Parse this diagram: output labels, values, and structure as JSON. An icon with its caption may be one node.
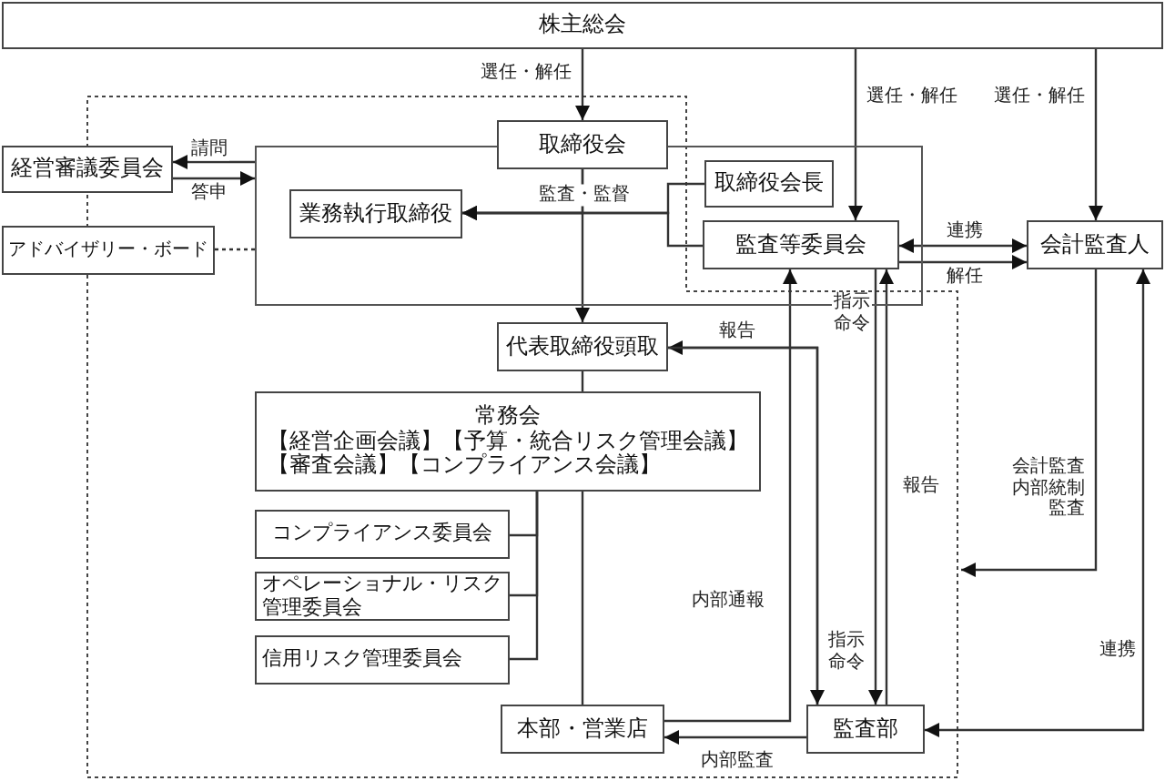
{
  "diagram": {
    "nodes": [
      {
        "text": [
          "株主総会"
        ]
      },
      {
        "text": [
          "取締役会"
        ]
      },
      {
        "text": [],
        "shape": "box"
      },
      {
        "text": [
          "経営審議委員会"
        ]
      },
      {
        "text": [
          "アドバイザリー・ボード"
        ]
      },
      {
        "text": [
          "業務執行取締役"
        ],
        "in": 2
      },
      {
        "text": [
          "取締役会長"
        ],
        "in": 2
      },
      {
        "text": [
          "監査等委員会"
        ],
        "in": 2
      },
      {
        "text": [
          "会計監査人"
        ]
      },
      {
        "text": [
          "代表取締役頭取"
        ]
      },
      {
        "text": [
          "常務会",
          "【経営企画会議】【予算・統合リスク管理会議】【審査会議】【コンプライアンス会議】"
        ]
      },
      {
        "text": [
          "コンプライアンス委員会"
        ]
      },
      {
        "text": [
          "オペレーショナル・リスク管理委員会"
        ]
      },
      {
        "text": [
          "信用リスク管理委員会"
        ]
      },
      {
        "text": [
          "本部・営業店"
        ]
      },
      {
        "text": [
          "監査部"
        ]
      }
    ],
    "edges": [
      {
        "from": 0,
        "to": 1,
        "arrow": "to",
        "label": "選任・解任"
      },
      {
        "from": 0,
        "to": 7,
        "arrow": "to",
        "label": "選任・解任"
      },
      {
        "from": 0,
        "to": 8,
        "arrow": "to",
        "label": "選任・解任"
      },
      {
        "from": 2,
        "to": 3,
        "arrow": "to",
        "label": "請問"
      },
      {
        "from": 3,
        "to": 2,
        "arrow": "to",
        "label": "答申"
      },
      {
        "from": 4,
        "to": 2,
        "arrow": "none",
        "style": "dashed"
      },
      {
        "from": 1,
        "to": 5,
        "arrow": "to",
        "label": "監査・監督"
      },
      {
        "from": 6,
        "to": 5,
        "arrow": "to"
      },
      {
        "from": 7,
        "to": 5,
        "arrow": "to"
      },
      {
        "from": 1,
        "to": 9,
        "arrow": "to"
      },
      {
        "from": 7,
        "to": 8,
        "arrow": "both",
        "label": "連携"
      },
      {
        "from": 7,
        "to": 8,
        "arrow": "to",
        "label": "解任"
      },
      {
        "from": 9,
        "to": 10,
        "arrow": "none"
      },
      {
        "from": 10,
        "to": 11,
        "arrow": "none"
      },
      {
        "from": 10,
        "to": 12,
        "arrow": "none"
      },
      {
        "from": 10,
        "to": 13,
        "arrow": "none"
      },
      {
        "from": 10,
        "to": 14,
        "arrow": "none"
      },
      {
        "from": 15,
        "to": 9,
        "arrow": "to",
        "label": "報告"
      },
      {
        "from": 9,
        "to": 15,
        "arrow": "to",
        "label": "指示命令"
      },
      {
        "from": 14,
        "to": 7,
        "arrow": "to",
        "label": "内部通報"
      },
      {
        "from": 7,
        "to": 15,
        "arrow": "to",
        "label": "指示命令"
      },
      {
        "from": 15,
        "to": 7,
        "arrow": "to",
        "label": "報告"
      },
      {
        "from": 15,
        "to": 14,
        "arrow": "to",
        "label": "内部監査"
      },
      {
        "from": 8,
        "to": null,
        "arrow": "to",
        "label": "会計監査内部統制監査"
      },
      {
        "from": 8,
        "to": 15,
        "arrow": "both",
        "label": "連携"
      }
    ]
  }
}
